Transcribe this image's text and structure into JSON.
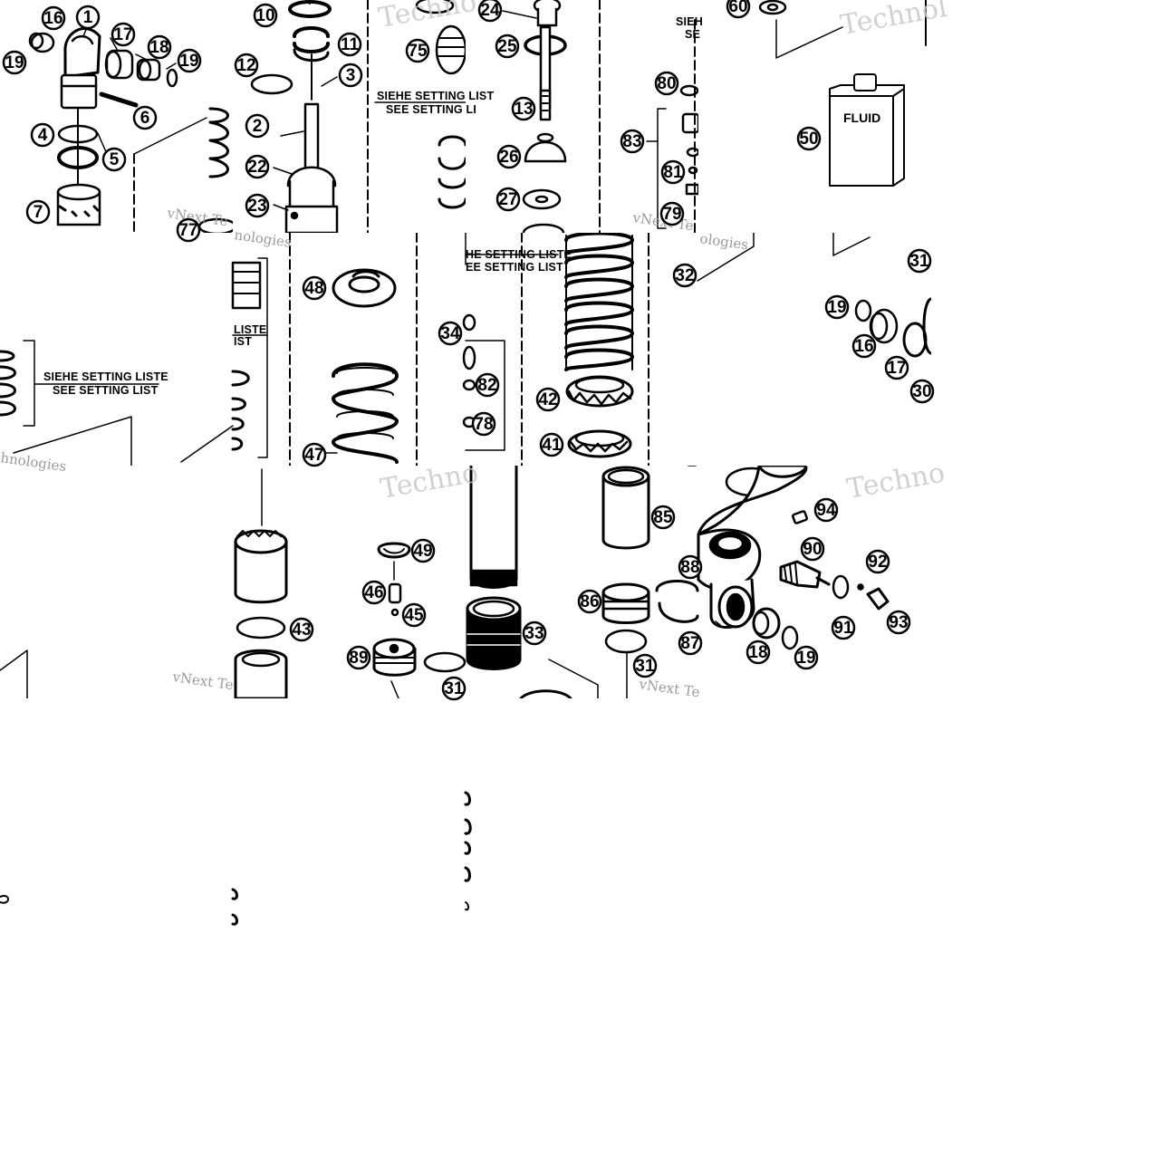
{
  "diagram": {
    "tile_labels": {
      "setting_de": "SIEHE SETTING LISTE",
      "setting_en": "SEE SETTING LIST",
      "setting_de_cut1": "SIEHE SETTING LIST",
      "setting_en_cut1": "SEE SETTING LI",
      "setting_de_cut2": "HE SETTING LISTE",
      "setting_en_cut2": "EE SETTING LIST",
      "setting_de_cut3": "LISTE",
      "setting_en_cut3": "IST",
      "setting_de_cut4": "SIEH",
      "setting_en_cut4": "SE",
      "fluid_label": "FLUID"
    },
    "watermarks": {
      "techno": "Techno",
      "technol": "Technol",
      "vnext": "vNext Te",
      "vnext2": "vNext Te",
      "nologies": "nologies",
      "ologies": "ologies",
      "hnologies": "hnologies"
    },
    "callouts": [
      "16",
      "1",
      "17",
      "18",
      "19",
      "19",
      "6",
      "4",
      "5",
      "7",
      "77",
      "10",
      "11",
      "12",
      "3",
      "2",
      "22",
      "23",
      "75",
      "24",
      "25",
      "13",
      "26",
      "27",
      "80",
      "83",
      "81",
      "79",
      "60",
      "50",
      "48",
      "47",
      "34",
      "82",
      "78",
      "42",
      "41",
      "32",
      "31",
      "19",
      "16",
      "17",
      "30",
      "49",
      "46",
      "45",
      "89",
      "43",
      "31",
      "33",
      "85",
      "86",
      "88",
      "87",
      "31",
      "94",
      "90",
      "92",
      "91",
      "93",
      "18",
      "19"
    ]
  }
}
